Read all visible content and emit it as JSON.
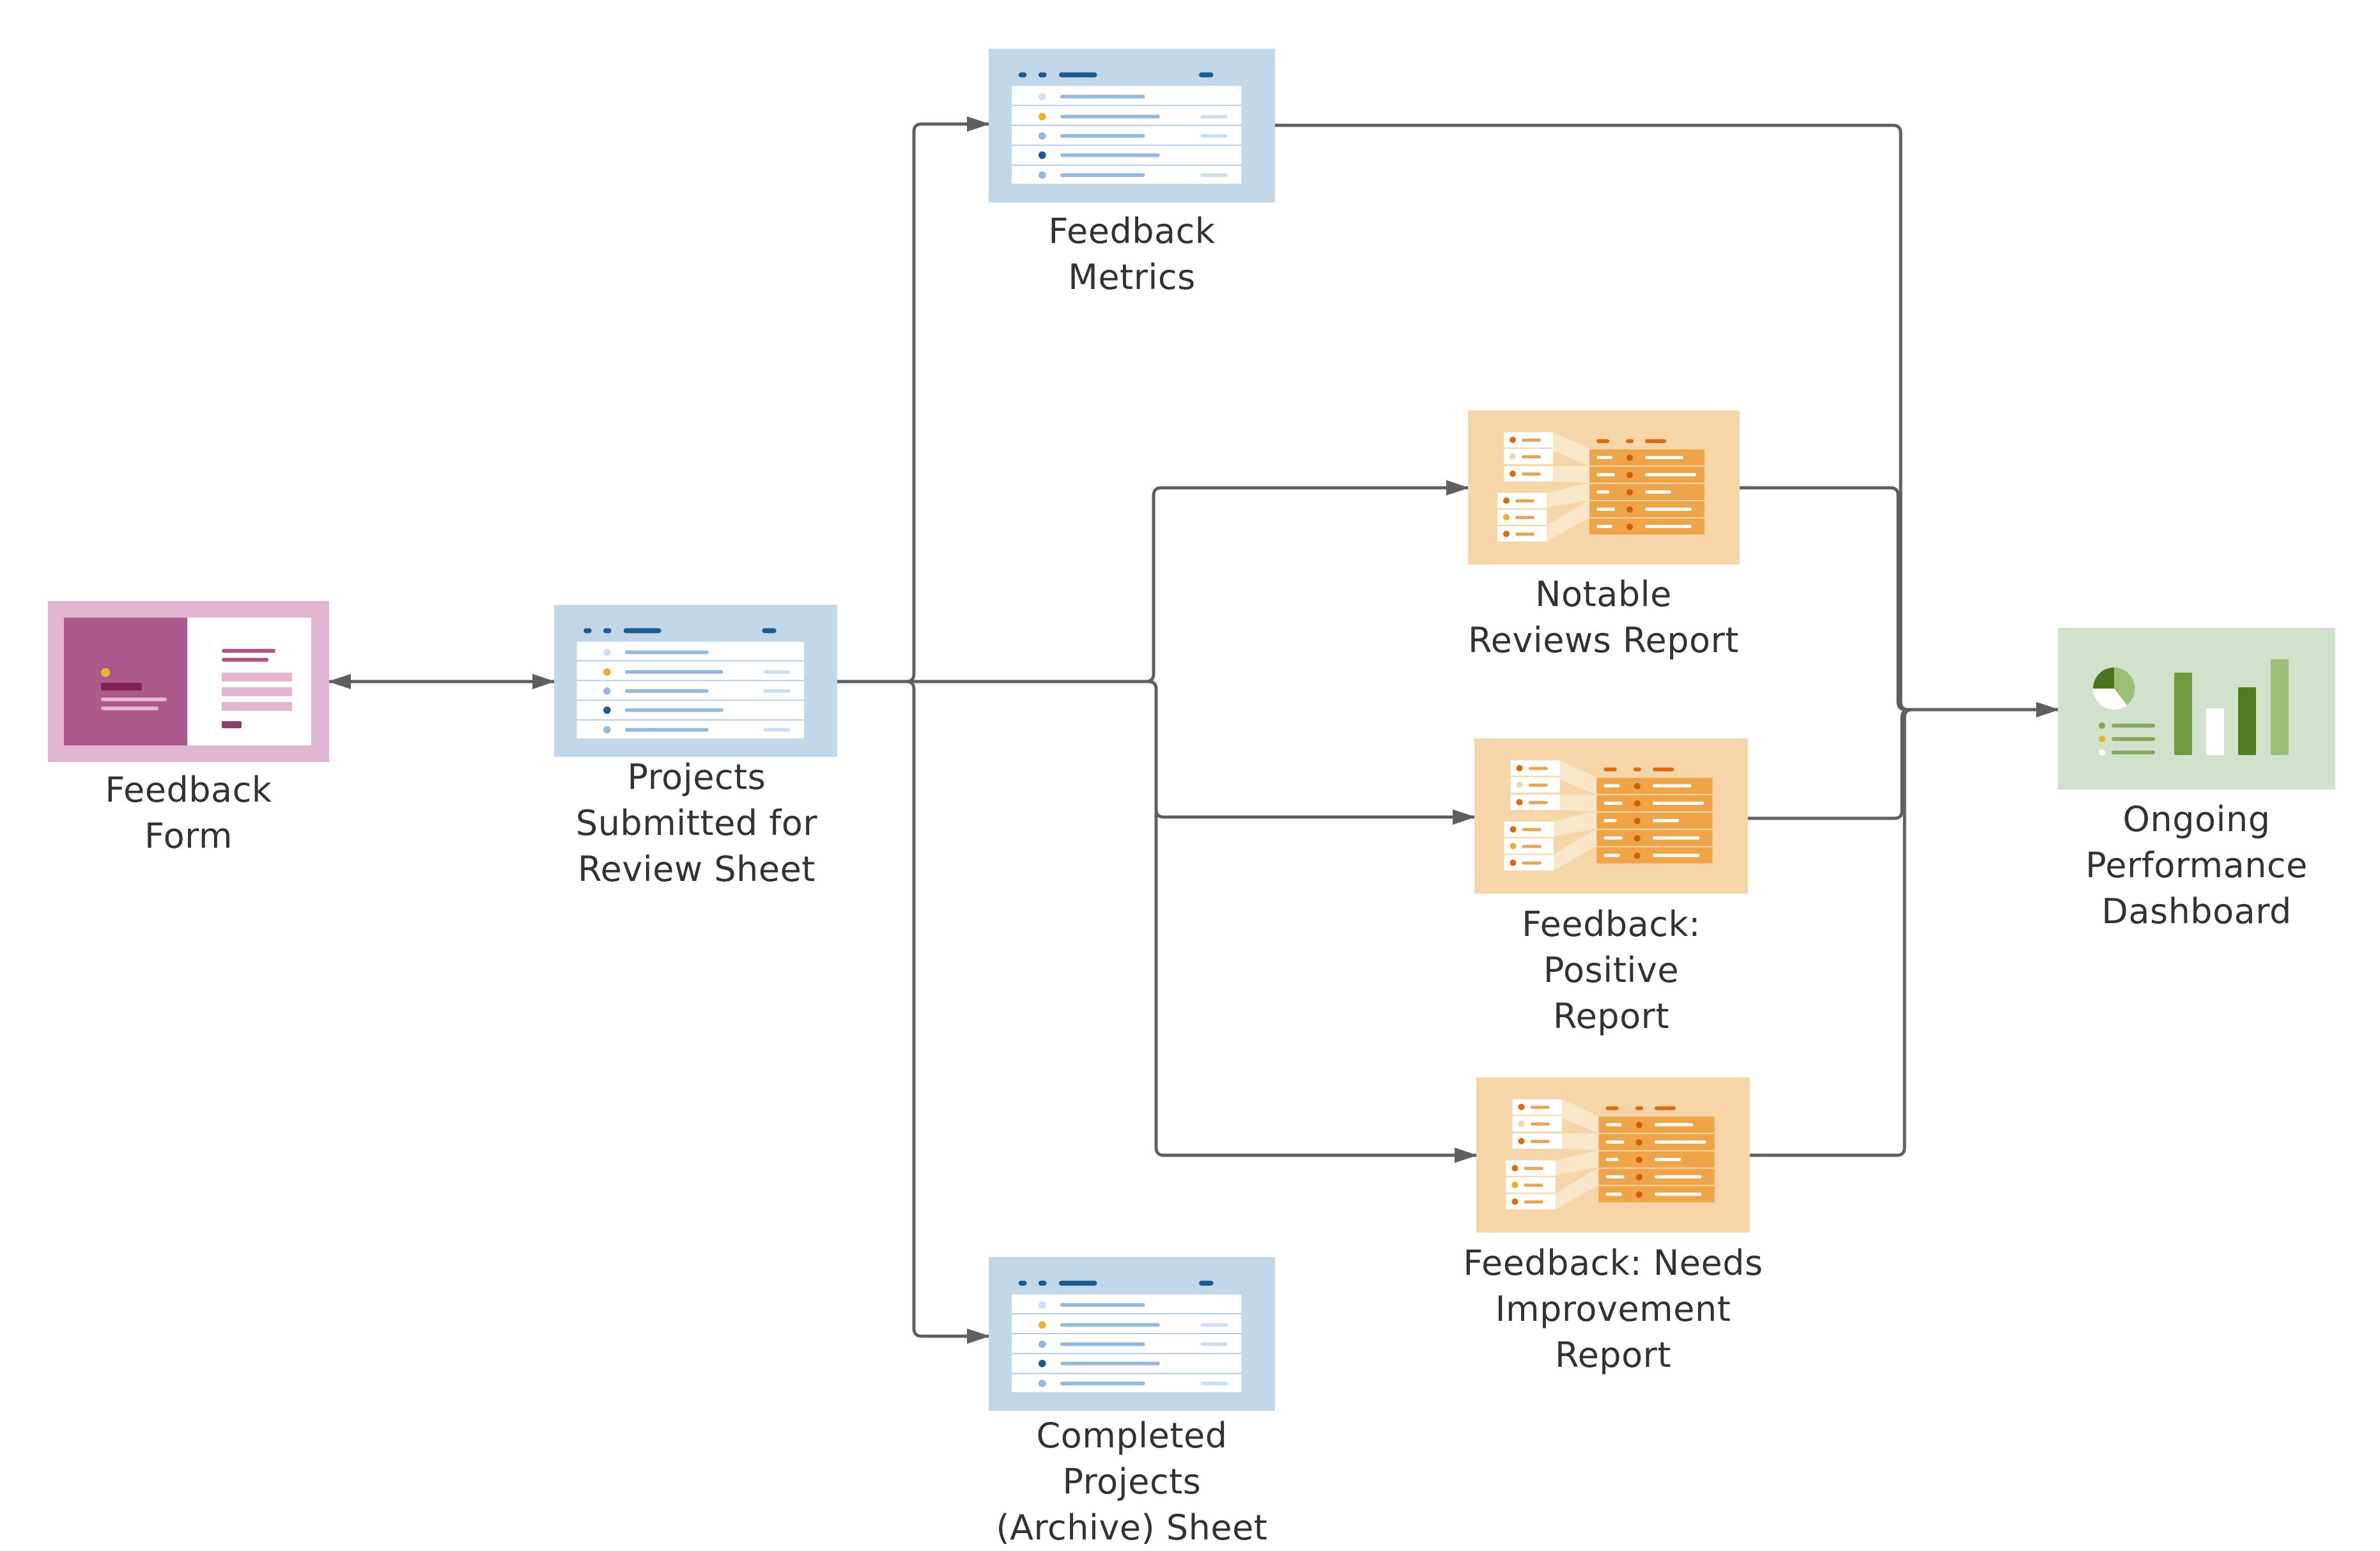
{
  "diagram": {
    "colors": {
      "connector": "#5f5f5f",
      "label_text": "#333333",
      "form": {
        "frame": "#e2b5d0",
        "panel": "#ac5a8b",
        "dark_bar": "#82215a",
        "light_bar": "#e2b5d0",
        "accent_line": "#b84f8c",
        "button": "#8c3e6e",
        "dot": "#ecb230"
      },
      "sheet": {
        "frame": "#c2d7e8",
        "header": "#1a5b93",
        "row_line": "#95b9df",
        "row_meta": "#cde0f3",
        "divider": "#b2cde9",
        "dot_pale": "#cde0f3",
        "dot_yellow": "#ecb027",
        "dot_mid": "#95b9df",
        "dot_dark": "#1a5b93"
      },
      "report": {
        "frame": "#f6d6a8",
        "panel": "#f0a448",
        "header": "#e06b0c",
        "card": "#ffffff",
        "card_line": "#eaa457",
        "dot_orange": "#e06b0c",
        "dot_pale": "#f6d6a8",
        "dot_yellow": "#ecb027",
        "row_dot": "#cf610c",
        "fan": "#f9e6c9"
      },
      "dashboard": {
        "frame": "#d1e1cb",
        "bar1": "#6e9c3e",
        "bar2": "#ffffff",
        "bar3": "#4f7c1e",
        "bar4": "#9bbf74",
        "pie_dark": "#4a7619",
        "pie_light": "#9bbf74",
        "legend_line": "#83aa5c",
        "legend_dot1": "#83aa5c",
        "legend_dot2": "#ecb027",
        "legend_dot3": "#ffffff"
      }
    },
    "nodes": [
      {
        "id": "feedback-form",
        "label": "Feedback\nForm",
        "icon": "form-icon"
      },
      {
        "id": "projects-submitted",
        "label": "Projects\nSubmitted for\nReview Sheet",
        "icon": "sheet-icon"
      },
      {
        "id": "feedback-metrics",
        "label": "Feedback\nMetrics",
        "icon": "sheet-icon"
      },
      {
        "id": "completed-projects",
        "label": "Completed\nProjects\n(Archive) Sheet",
        "icon": "sheet-icon"
      },
      {
        "id": "notable-reviews",
        "label": "Notable\nReviews Report",
        "icon": "report-icon"
      },
      {
        "id": "feedback-positive",
        "label": "Feedback:\nPositive\nReport",
        "icon": "report-icon"
      },
      {
        "id": "feedback-needs-improvement",
        "label": "Feedback: Needs\nImprovement\nReport",
        "icon": "report-icon"
      },
      {
        "id": "performance-dashboard",
        "label": "Ongoing\nPerformance\nDashboard",
        "icon": "dashboard-icon"
      }
    ],
    "edges": [
      {
        "from": "feedback-form",
        "to": "projects-submitted",
        "direction": "bidirectional"
      },
      {
        "from": "projects-submitted",
        "to": "feedback-metrics",
        "direction": "forward"
      },
      {
        "from": "projects-submitted",
        "to": "completed-projects",
        "direction": "forward"
      },
      {
        "from": "projects-submitted",
        "to": "notable-reviews",
        "direction": "forward"
      },
      {
        "from": "projects-submitted",
        "to": "feedback-positive",
        "direction": "forward"
      },
      {
        "from": "projects-submitted",
        "to": "feedback-needs-improvement",
        "direction": "forward"
      },
      {
        "from": "feedback-metrics",
        "to": "performance-dashboard",
        "direction": "forward"
      },
      {
        "from": "notable-reviews",
        "to": "performance-dashboard",
        "direction": "forward"
      },
      {
        "from": "feedback-positive",
        "to": "performance-dashboard",
        "direction": "forward"
      },
      {
        "from": "feedback-needs-improvement",
        "to": "performance-dashboard",
        "direction": "forward"
      }
    ]
  }
}
